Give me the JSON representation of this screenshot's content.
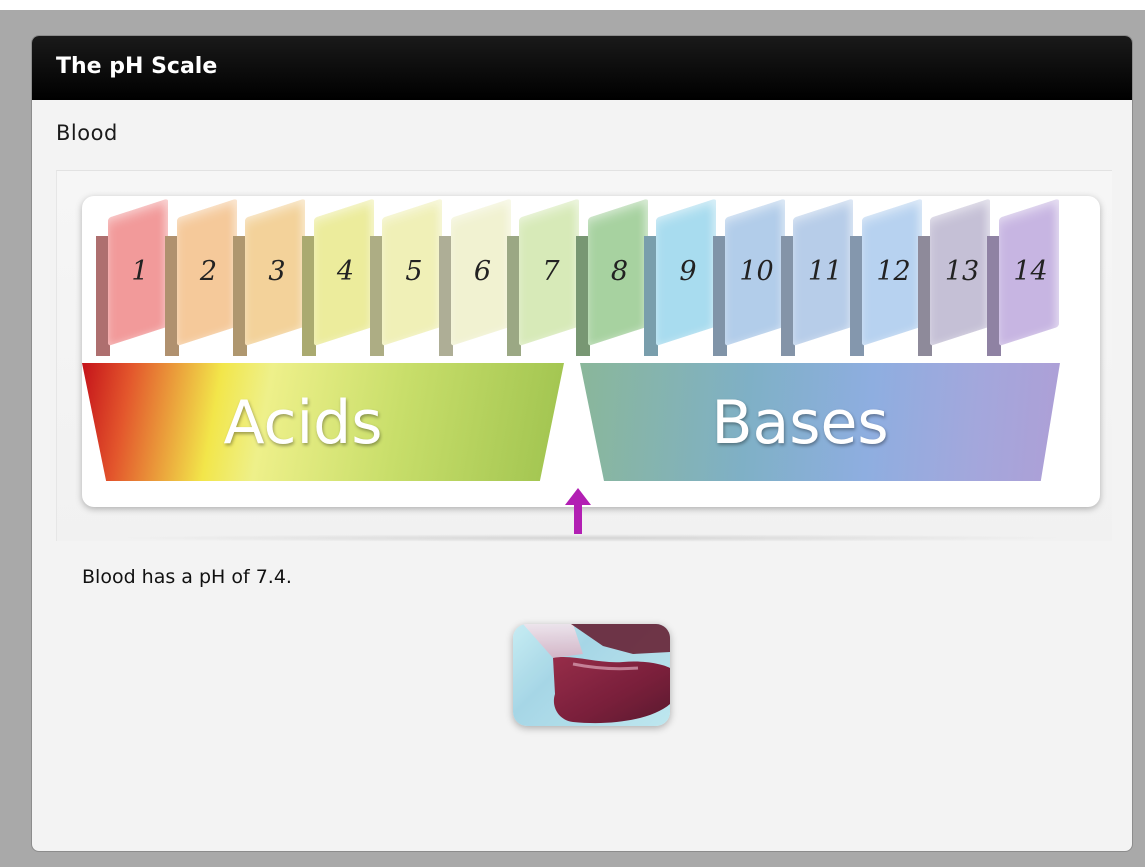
{
  "window": {
    "title": "The pH Scale"
  },
  "section": {
    "heading": "Blood"
  },
  "scale": {
    "levels": [
      {
        "label": "1",
        "color": "#f29a9a"
      },
      {
        "label": "2",
        "color": "#f5c99a"
      },
      {
        "label": "3",
        "color": "#f3d29a"
      },
      {
        "label": "4",
        "color": "#ecec9c"
      },
      {
        "label": "5",
        "color": "#f0f0b7"
      },
      {
        "label": "6",
        "color": "#f1f2d1"
      },
      {
        "label": "7",
        "color": "#d7eab8"
      },
      {
        "label": "8",
        "color": "#a7d2a0"
      },
      {
        "label": "9",
        "color": "#a8dcef"
      },
      {
        "label": "10",
        "color": "#b2cdea"
      },
      {
        "label": "11",
        "color": "#b7cde9"
      },
      {
        "label": "12",
        "color": "#b7d2f0"
      },
      {
        "label": "13",
        "color": "#c5c0d6"
      },
      {
        "label": "14",
        "color": "#c7b5e2"
      }
    ],
    "acids_label": "Acids",
    "bases_label": "Bases",
    "indicator_ph": 7.4,
    "indicator_color": "#b21fb3"
  },
  "description": "Blood has a pH of 7.4.",
  "image": {
    "subject": "glass of blood",
    "icon": "blood-photo"
  }
}
